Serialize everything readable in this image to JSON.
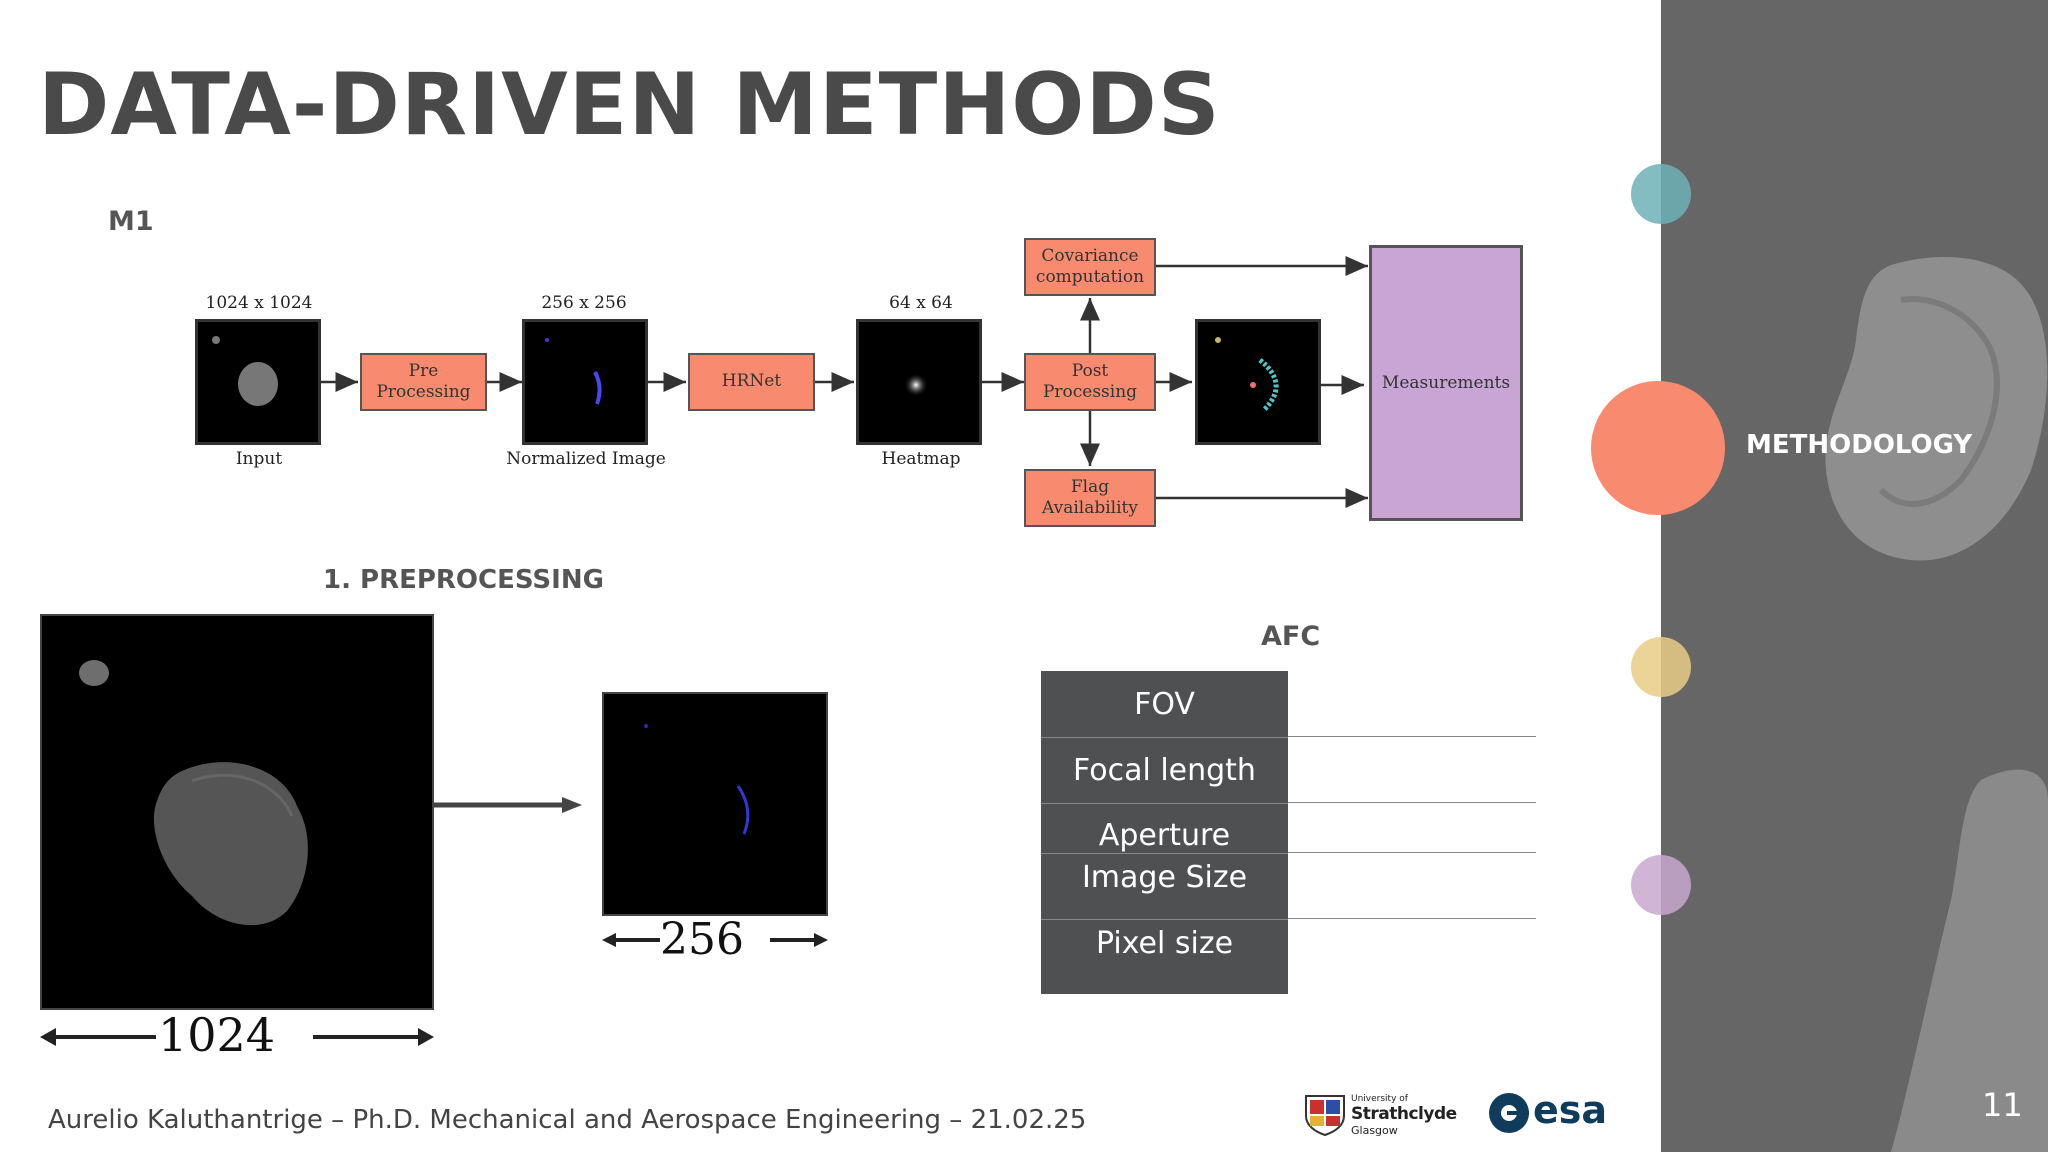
{
  "slide": {
    "title": "DATA-DRIVEN METHODS",
    "section_m1": "M1",
    "section_preprocessing": "1. PREPROCESSING",
    "section_afc": "AFC",
    "footer": "Aurelio Kaluthantrige – Ph.D. Mechanical and Aerospace Engineering – 21.02.25",
    "page_number": "11"
  },
  "sidebar": {
    "label": "METHODOLOGY",
    "dot_colors": [
      "#6db1b6",
      "#f88a6f",
      "#e9cd86",
      "#c9a8cf"
    ]
  },
  "diagram": {
    "input_size": "1024 x 1024",
    "input_label": "Input",
    "preprocessing": "Pre\nProcessing",
    "normalized_size": "256 x 256",
    "normalized_label": "Normalized Image",
    "hrnet": "HRNet",
    "heatmap_size": "64 x 64",
    "heatmap_label": "Heatmap",
    "covariance": "Covariance\ncomputation",
    "postprocessing": "Post\nProcessing",
    "flag": "Flag\nAvailability",
    "measurements": "Measurements"
  },
  "preprocessing_figure": {
    "large_size": "1024",
    "small_size": "256"
  },
  "afc_table": {
    "rows": [
      "FOV",
      "Focal length",
      "Aperture",
      "Image Size",
      "Pixel size"
    ]
  },
  "logos": {
    "strathclyde_small": "University of",
    "strathclyde_name": "Strathclyde",
    "strathclyde_city": "Glasgow",
    "esa": "esa"
  }
}
